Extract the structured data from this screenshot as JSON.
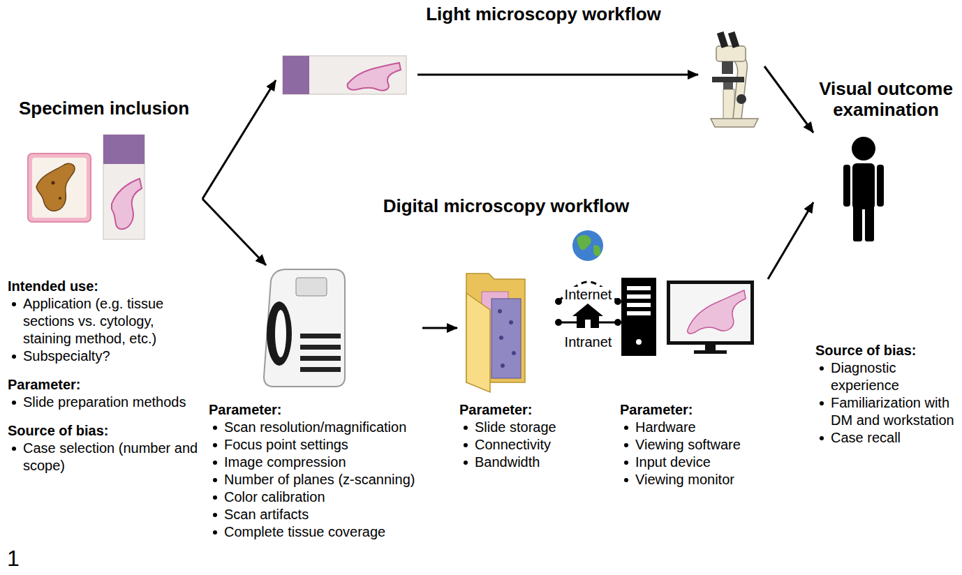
{
  "diagram": {
    "nodes": [
      {
        "text": [
          "Specimen inclusion",
          "Intended use:",
          "Application (e.g. tissue sections vs. cytology, staining method, etc.)",
          "Subspecialty?",
          "Parameter:",
          "Slide preparation methods",
          "Source of bias:",
          "Case selection (number and scope)"
        ]
      },
      {
        "text": [
          "Light microscopy workflow"
        ]
      },
      {
        "text": [
          "Parameter:",
          "Scan resolution/magnification",
          "Focus point settings",
          "Image compression",
          "Number of planes (z-scanning)",
          "Color calibration",
          "Scan artifacts",
          "Complete tissue coverage"
        ]
      },
      {
        "text": [
          "Parameter:",
          "Slide storage",
          "Connectivity",
          "Bandwidth"
        ]
      },
      {
        "text": [
          "Parameter:",
          "Hardware",
          "Viewing software",
          "Input device",
          "Viewing monitor"
        ]
      },
      {
        "text": [
          "Visual outcome examination",
          "Source of bias:",
          "Diagnostic experience",
          "Familiarization with DM and workstation",
          "Case recall"
        ]
      }
    ],
    "edges": [
      {
        "from": 0,
        "to": 1,
        "arrow": "to"
      },
      {
        "from": 0,
        "to": 2,
        "arrow": "to"
      },
      {
        "from": 1,
        "to": 5,
        "arrow": "to"
      },
      {
        "from": 2,
        "to": 3,
        "arrow": "to"
      },
      {
        "from": 3,
        "to": 4,
        "label": "Internet",
        "arrow": "none"
      },
      {
        "from": 3,
        "to": 4,
        "label": "Intranet",
        "arrow": "none"
      },
      {
        "from": 4,
        "to": 5,
        "arrow": "to"
      }
    ],
    "labels": [
      "Digital microscopy workflow",
      "1"
    ]
  }
}
